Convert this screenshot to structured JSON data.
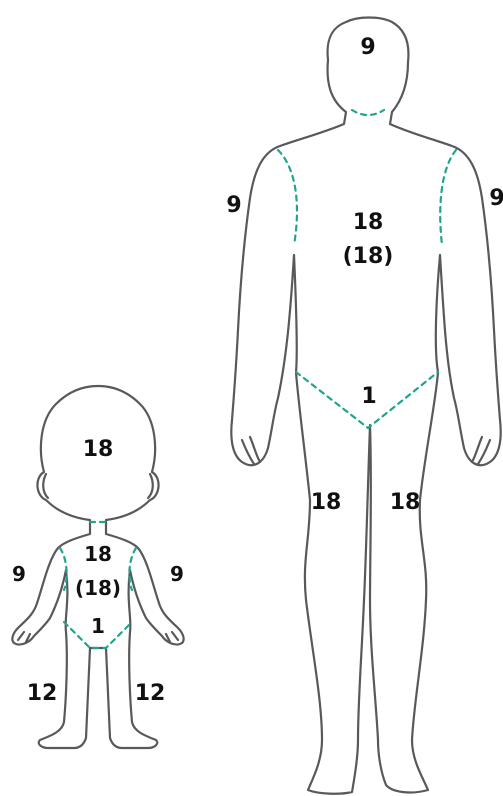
{
  "colors": {
    "outline": "#58595b",
    "divider": "#1fa58f",
    "label": "#111111",
    "background": "#ffffff"
  },
  "adult": {
    "head": "9",
    "right_arm": "9",
    "left_arm": "9",
    "torso_front": "18",
    "torso_back": "(18)",
    "genitals": "1",
    "right_leg": "18",
    "left_leg": "18"
  },
  "child": {
    "head": "18",
    "right_arm": "9",
    "left_arm": "9",
    "torso_front": "18",
    "torso_back": "(18)",
    "genitals": "1",
    "right_leg": "12",
    "left_leg": "12"
  }
}
